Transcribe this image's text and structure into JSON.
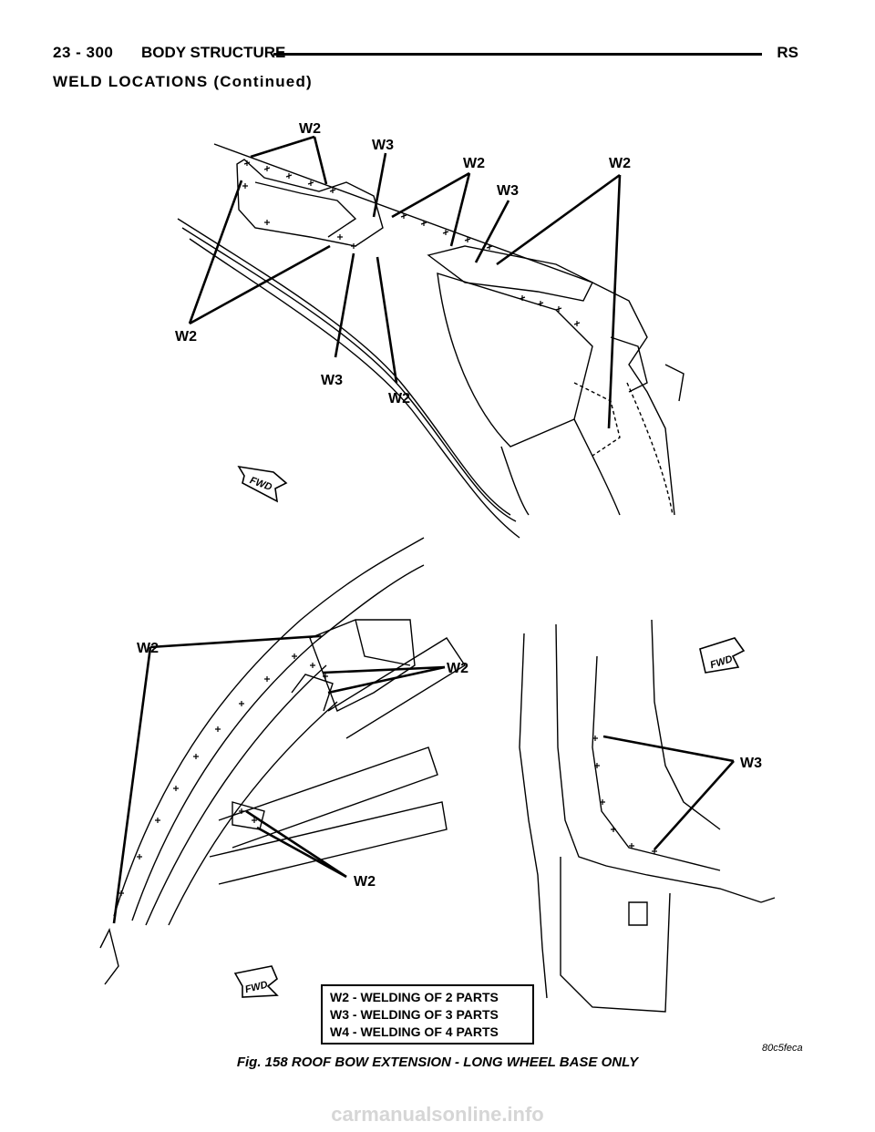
{
  "header": {
    "page_number": "23 - 300",
    "section_title": "BODY STRUCTURE",
    "model_code": "RS"
  },
  "section_heading": "WELD LOCATIONS (Continued)",
  "callouts": {
    "w2": "W2",
    "w3": "W3",
    "fwd": "FWD"
  },
  "legend": {
    "items": [
      "W2 - WELDING OF 2 PARTS",
      "W3 - WELDING OF 3 PARTS",
      "W4 - WELDING OF 4 PARTS"
    ]
  },
  "figure_id": "80c5feca",
  "caption": "Fig. 158 ROOF BOW EXTENSION - LONG WHEEL BASE ONLY",
  "watermark": "carmanualsonline.info"
}
